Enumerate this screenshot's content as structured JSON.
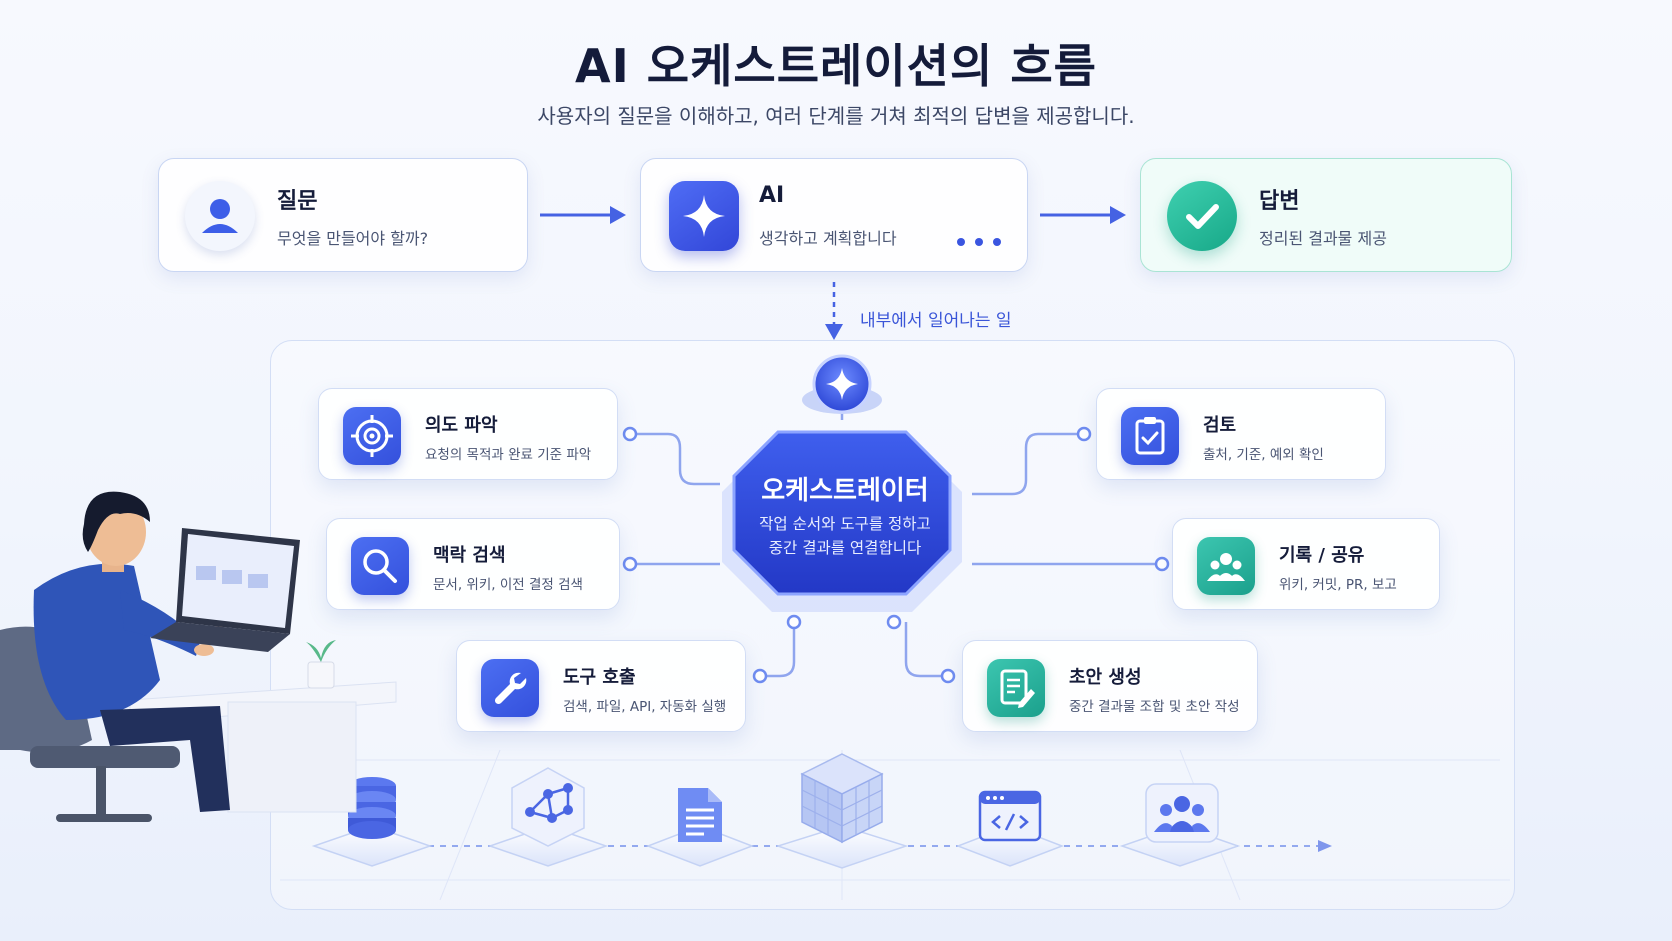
{
  "header": {
    "title": "AI 오케스트레이션의 흐름",
    "subtitle": "사용자의 질문을 이해하고, 여러 단계를 거쳐 최적의 답변을 제공합니다."
  },
  "flow": {
    "question": {
      "title": "질문",
      "desc": "무엇을 만들어야 할까?",
      "icon": "user-icon"
    },
    "ai": {
      "title": "AI",
      "desc": "생각하고 계획합니다",
      "icon": "sparkle-icon"
    },
    "answer": {
      "title": "답변",
      "desc": "정리된 결과물 제공",
      "icon": "check-icon"
    }
  },
  "inner_label": "내부에서 일어나는 일",
  "orchestrator": {
    "title": "오케스트레이터",
    "desc_line1": "작업 순서와 도구를 정하고",
    "desc_line2": "중간 결과를 연결합니다"
  },
  "nodes": {
    "intent": {
      "title": "의도 파악",
      "desc": "요청의 목적과 완료 기준 파악",
      "icon": "target-icon"
    },
    "context": {
      "title": "맥락 검색",
      "desc": "문서, 위키, 이전 결정 검색",
      "icon": "search-icon"
    },
    "tools": {
      "title": "도구 호출",
      "desc": "검색, 파일, API, 자동화 실행",
      "icon": "wrench-icon"
    },
    "review": {
      "title": "검토",
      "desc": "출처, 기준, 예외 확인",
      "icon": "clipboard-check-icon"
    },
    "record": {
      "title": "기록 / 공유",
      "desc": "위키, 커밋, PR, 보고",
      "icon": "team-icon"
    },
    "draft": {
      "title": "초안 생성",
      "desc": "중간 결과물 조합 및 초안 작성",
      "icon": "document-edit-icon"
    }
  },
  "bottom_icons": [
    "database-icon",
    "network-graph-icon",
    "document-icon",
    "cube-grid-icon",
    "code-window-icon",
    "users-icon"
  ],
  "colors": {
    "primary": "#3a55e0",
    "teal": "#1ba08c",
    "title": "#141b3a",
    "orchestrator": "#2f48d8"
  }
}
